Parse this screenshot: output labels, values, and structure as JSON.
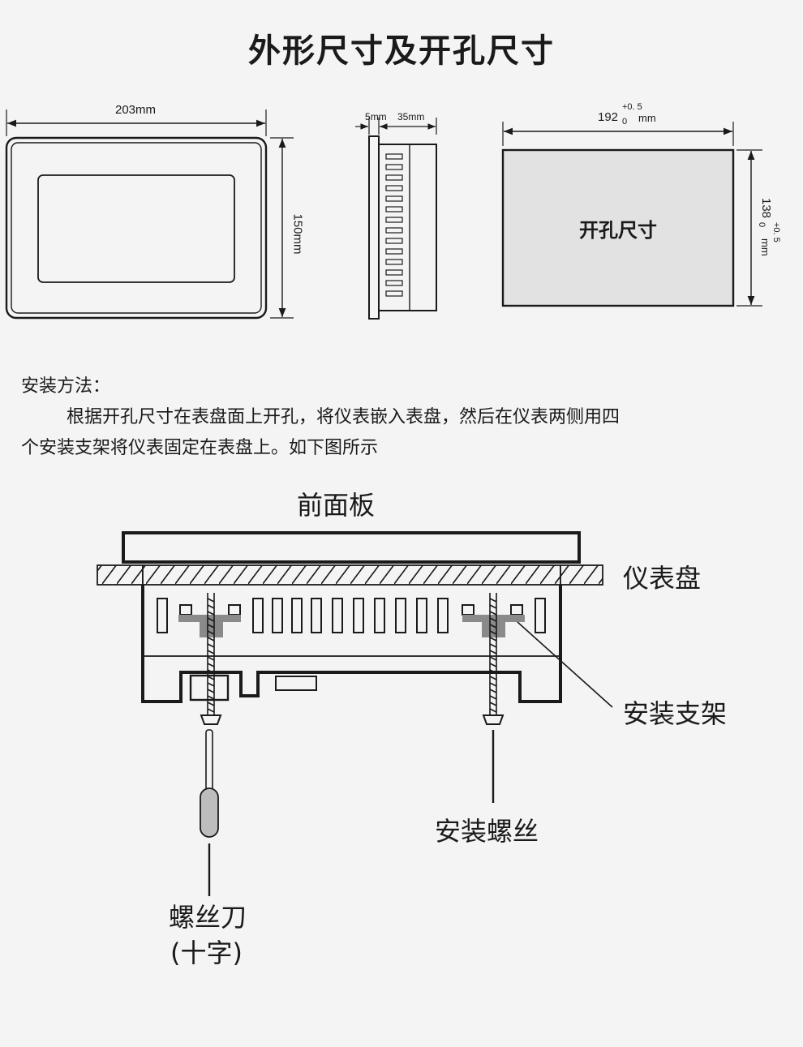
{
  "title": "外形尺寸及开孔尺寸",
  "front_view": {
    "width_label": "203",
    "width_unit": "mm",
    "height_label": "150",
    "height_unit": "mm"
  },
  "side_view": {
    "bezel_label": "5",
    "bezel_unit": "mm",
    "depth_label": "35",
    "depth_unit": "mm"
  },
  "cutout": {
    "width_label": "192",
    "width_tol_plus": "+0. 5",
    "width_tol_minus": "0",
    "width_unit": "mm",
    "height_label": "138",
    "height_tol_plus": "+0. 5",
    "height_tol_minus": "0",
    "height_unit": "mm",
    "center_label": "开孔尺寸"
  },
  "install": {
    "heading": "安装方法：",
    "line1": "根据开孔尺寸在表盘面上开孔，将仪表嵌入表盘，然后在仪表两侧用四",
    "line2": "个安装支架将仪表固定在表盘上。如下图所示"
  },
  "diagram_labels": {
    "front_panel": "前面板",
    "panel_board": "仪表盘",
    "bracket": "安装支架",
    "screw": "安装螺丝",
    "screwdriver": "螺丝刀",
    "screwdriver_type": "(十字)"
  },
  "colors": {
    "background": "#f4f4f4",
    "line": "#1a1a1a",
    "cutout_fill": "#e2e2e2",
    "bracket_fill": "#8a8a8a"
  }
}
